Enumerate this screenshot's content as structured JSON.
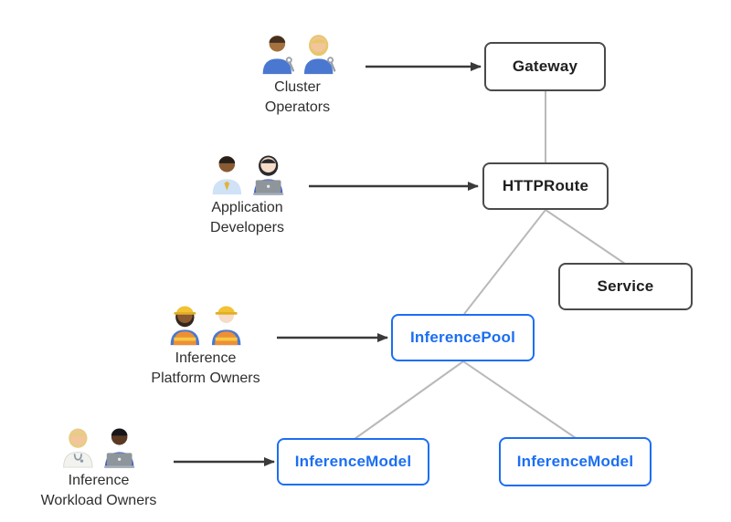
{
  "colors": {
    "node_border": "#4a4a4a",
    "node_text": "#1f1f1f",
    "accent_blue": "#1b6ef3",
    "connector_gray": "#b9b9b9",
    "arrow_dark": "#3a3a3a",
    "label_text": "#2e2e2e",
    "background": "#ffffff"
  },
  "nodes": {
    "gateway": {
      "label": "Gateway"
    },
    "httproute": {
      "label": "HTTPRoute"
    },
    "service": {
      "label": "Service"
    },
    "inference_pool": {
      "label": "InferencePool"
    },
    "inference_model_left": {
      "label": "InferenceModel"
    },
    "inference_model_right": {
      "label": "InferenceModel"
    }
  },
  "personas": {
    "cluster_operators": {
      "line1": "Cluster",
      "line2": "Operators",
      "icon": "mechanics-icon"
    },
    "application_developers": {
      "line1": "Application",
      "line2": "Developers",
      "icon": "office-worker-and-technologist-icon"
    },
    "inference_platform_owners": {
      "line1": "Inference",
      "line2": "Platform Owners",
      "icon": "construction-workers-icon"
    },
    "inference_workload_owners": {
      "line1": "Inference",
      "line2": "Workload Owners",
      "icon": "health-worker-and-technologist-icon"
    }
  }
}
